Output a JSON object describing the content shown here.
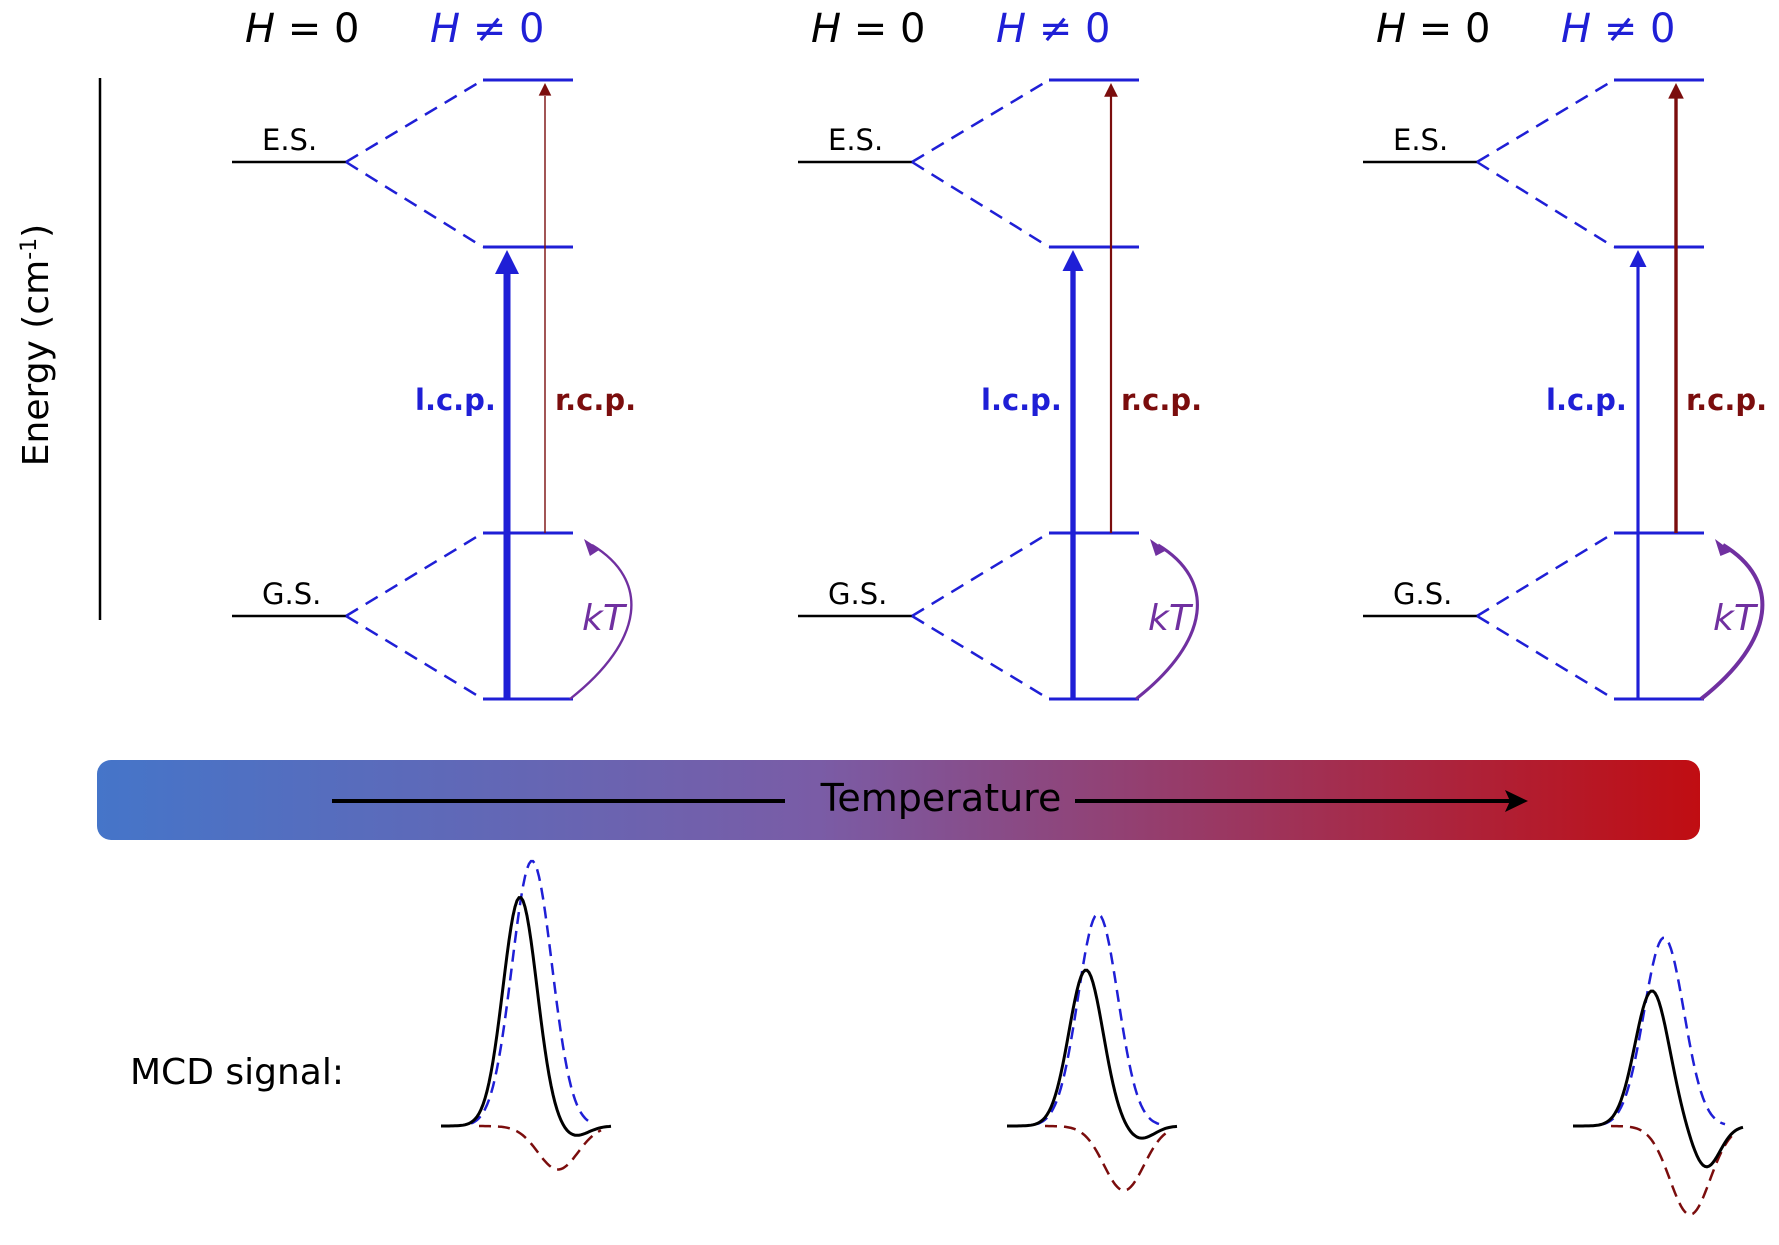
{
  "colors": {
    "blue": "#1f1fd6",
    "dark_red": "#7b0d0d",
    "purple": "#7030a0",
    "black": "#000000",
    "gradient_start": "#4575c9",
    "gradient_mid": "#7a5ca6",
    "gradient_end": "#c00d12"
  },
  "axis": {
    "label": "Energy (cm",
    "superscript": "-1",
    "label_end": ")"
  },
  "temperature": {
    "label": "Temperature"
  },
  "mcd": {
    "label": "MCD signal:"
  },
  "panels": [
    {
      "header_zero": {
        "italic": "H",
        "rest": " = 0"
      },
      "header_field": {
        "italic": "H",
        "rest": " ≠ 0"
      },
      "es_label": "E.S.",
      "gs_label": "G.S.",
      "lcp_label": "l.c.p.",
      "rcp_label": "r.c.p.",
      "kt_label": "kT",
      "lcp_weight": 1.0,
      "rcp_weight": 0.1,
      "kt_weight": 0.35,
      "signal": {
        "positive_peak": 1.0,
        "negative_dip": 0.27,
        "net_peak": 0.88,
        "net_dip": 0.04
      }
    },
    {
      "header_zero": {
        "italic": "H",
        "rest": " = 0"
      },
      "header_field": {
        "italic": "H",
        "rest": " ≠ 0"
      },
      "es_label": "E.S.",
      "gs_label": "G.S.",
      "lcp_label": "l.c.p.",
      "rcp_label": "r.c.p.",
      "kt_label": "kT",
      "lcp_weight": 0.7,
      "rcp_weight": 0.3,
      "kt_weight": 0.65,
      "signal": {
        "positive_peak": 0.8,
        "negative_dip": 0.4,
        "net_peak": 0.6,
        "net_dip": 0.05
      }
    },
    {
      "header_zero": {
        "italic": "H",
        "rest": " = 0"
      },
      "header_field": {
        "italic": "H",
        "rest": " ≠ 0"
      },
      "es_label": "E.S.",
      "gs_label": "G.S.",
      "lcp_label": "l.c.p.",
      "rcp_label": "r.c.p.",
      "kt_label": "kT",
      "lcp_weight": 0.3,
      "rcp_weight": 0.6,
      "kt_weight": 1.0,
      "signal": {
        "positive_peak": 0.71,
        "negative_dip": 0.55,
        "net_peak": 0.52,
        "net_dip": 0.16
      }
    }
  ]
}
